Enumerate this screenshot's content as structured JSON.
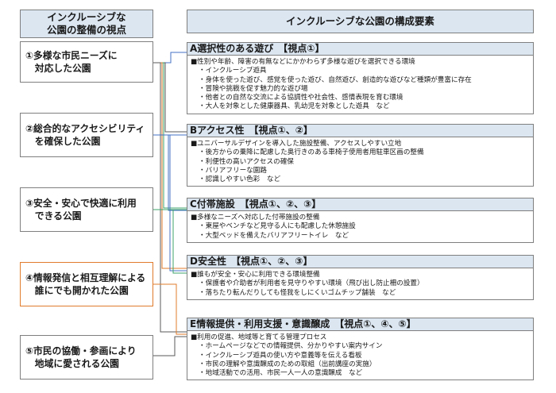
{
  "headers": {
    "viewpoints": "インクルーシブな\n公園の整備の視点",
    "elements": "インクルーシブな公園の構成要素"
  },
  "viewpoints": [
    "①多様な市民ニーズに\n　対応した公園",
    "②総合的なアクセシビリティ\n　を確保した公園",
    "③安全・安心で快適に利用\n　できる公園",
    "④情報発信と相互理解による\n　誰にでも開かれた公園",
    "⑤市民の協働・参画により\n　地域に愛される公園"
  ],
  "sections": [
    {
      "title": "A選択性のある遊び　【視点①】",
      "lead": "■性別や年齢、障害の有無などにかかわらず多様な遊びを選択できる環境",
      "items": [
        "・インクルーシブ遊具",
        "・身体を使った遊び、感覚を使った遊び、自然遊び、創造的な遊びなど種類が豊富に存在",
        "・冒険や挑戦を促す魅力的な遊び場",
        "・他者との自然な交流による協調性や社会性、感情表現を育む環境",
        "・大人を対象とした健康器具、乳幼児を対象とした遊具　など"
      ]
    },
    {
      "title": "Bアクセス性　【視点①、②】",
      "lead": "■ユニバーサルデザインを導入した施設整備、アクセスしやすい立地",
      "items": [
        "・後方からの乗降に配慮した奥行きのある車椅子使用者用駐車区画の整備",
        "・利便性の高いアクセスの確保",
        "・バリアフリーな園路",
        "・認識しやすい色彩　など"
      ]
    },
    {
      "title": "C付帯施設　【視点①、②、③】",
      "lead": "■多様なニーズへ対応した付帯施設の整備",
      "items": [
        "・東屋やベンチなど見守る人にも配慮した休憩施設",
        "・大型ベッドを備えたバリアフリートイレ　など"
      ]
    },
    {
      "title": "D安全性　【視点①、②、③】",
      "lead": "■誰もが安全・安心に利用できる環境整備",
      "items": [
        "・保護者や介助者が利用者を見守りやすい環境（飛び出し防止柵の設置）",
        "・落ちたり転んだりしても怪我をしにくいゴムチップ舗装　など"
      ]
    },
    {
      "title": "E情報提供・利用支援・意識醸成　【視点①、④、⑤】",
      "lead": "■利用の促進、地域等と育てる管理プロセス",
      "items": [
        "・ホームページなどでの情報提供、分かりやすい案内サイン",
        "・インクルーシブ遊具の使い方や意義等を伝える看板",
        "・市民の理解や意識醸成のための取組（出前講座の実施）",
        "・地域活動での活用、市民一人一人の意識醸成　など"
      ]
    }
  ],
  "colors": {
    "header_bg": "#dbe6f1",
    "line_blue": "#4472c4",
    "line_orange": "#e07b2b",
    "line_green": "#3ea36b",
    "line_dark": "#595959"
  }
}
